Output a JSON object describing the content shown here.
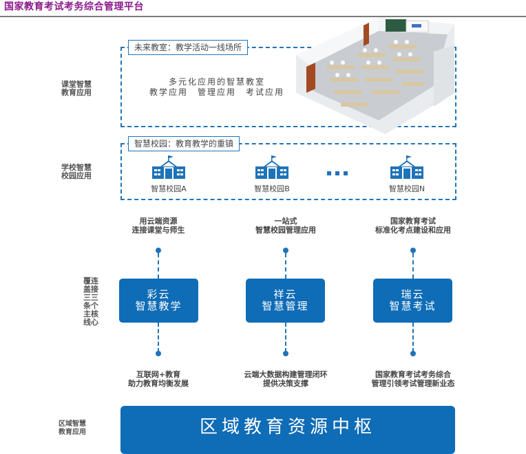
{
  "header": {
    "title": "国家教育考试考务综合管理平台"
  },
  "rows": {
    "classroom": {
      "side_label": [
        "课堂智慧",
        "教育应用"
      ],
      "tag": "未来教室：教学活动一线场所",
      "lines": [
        "多元化应用的智慧教室",
        "教学应用　管理应用　考试应用"
      ],
      "image": "classroom-illustration"
    },
    "campus": {
      "side_label": [
        "学校智慧",
        "校园应用"
      ],
      "tag": "智慧校园：教育教学的重镇",
      "items": [
        {
          "label": "智慧校园A",
          "icon": "school-building-icon"
        },
        {
          "label": "智慧校园B",
          "icon": "school-building-icon"
        },
        {
          "label": "智慧校园N",
          "icon": "school-building-icon"
        }
      ],
      "ellipsis": "..."
    },
    "core": {
      "side_label_cols": [
        [
          "覆",
          "盖",
          "三",
          "条",
          "主",
          "线"
        ],
        [
          "连",
          "接",
          "三",
          "个",
          "核",
          "心"
        ]
      ],
      "columns": [
        {
          "top": [
            "用云端资源",
            "连接课堂与师生"
          ],
          "box": [
            "彩云",
            "智慧教学"
          ],
          "bottom": [
            "互联网+教育",
            "助力教育均衡发展"
          ]
        },
        {
          "top": [
            "一站式",
            "智慧校园管理应用"
          ],
          "box": [
            "祥云",
            "智慧管理"
          ],
          "bottom": [
            "云端大数据构建管理闭环",
            "提供决策支撑"
          ]
        },
        {
          "top": [
            "国家教育考试",
            "标准化考点建设和应用"
          ],
          "box": [
            "瑞云",
            "智慧考试"
          ],
          "bottom": [
            "国家教育考试考务综合",
            "管理引领考试管理新业态"
          ]
        }
      ]
    },
    "region": {
      "side_label": [
        "区域智慧",
        "教育应用"
      ],
      "hub": "区域教育资源中枢"
    }
  },
  "colors": {
    "accent": "#0f6cb6",
    "dash": "#1f73b8",
    "header": "#8b1a8b"
  }
}
